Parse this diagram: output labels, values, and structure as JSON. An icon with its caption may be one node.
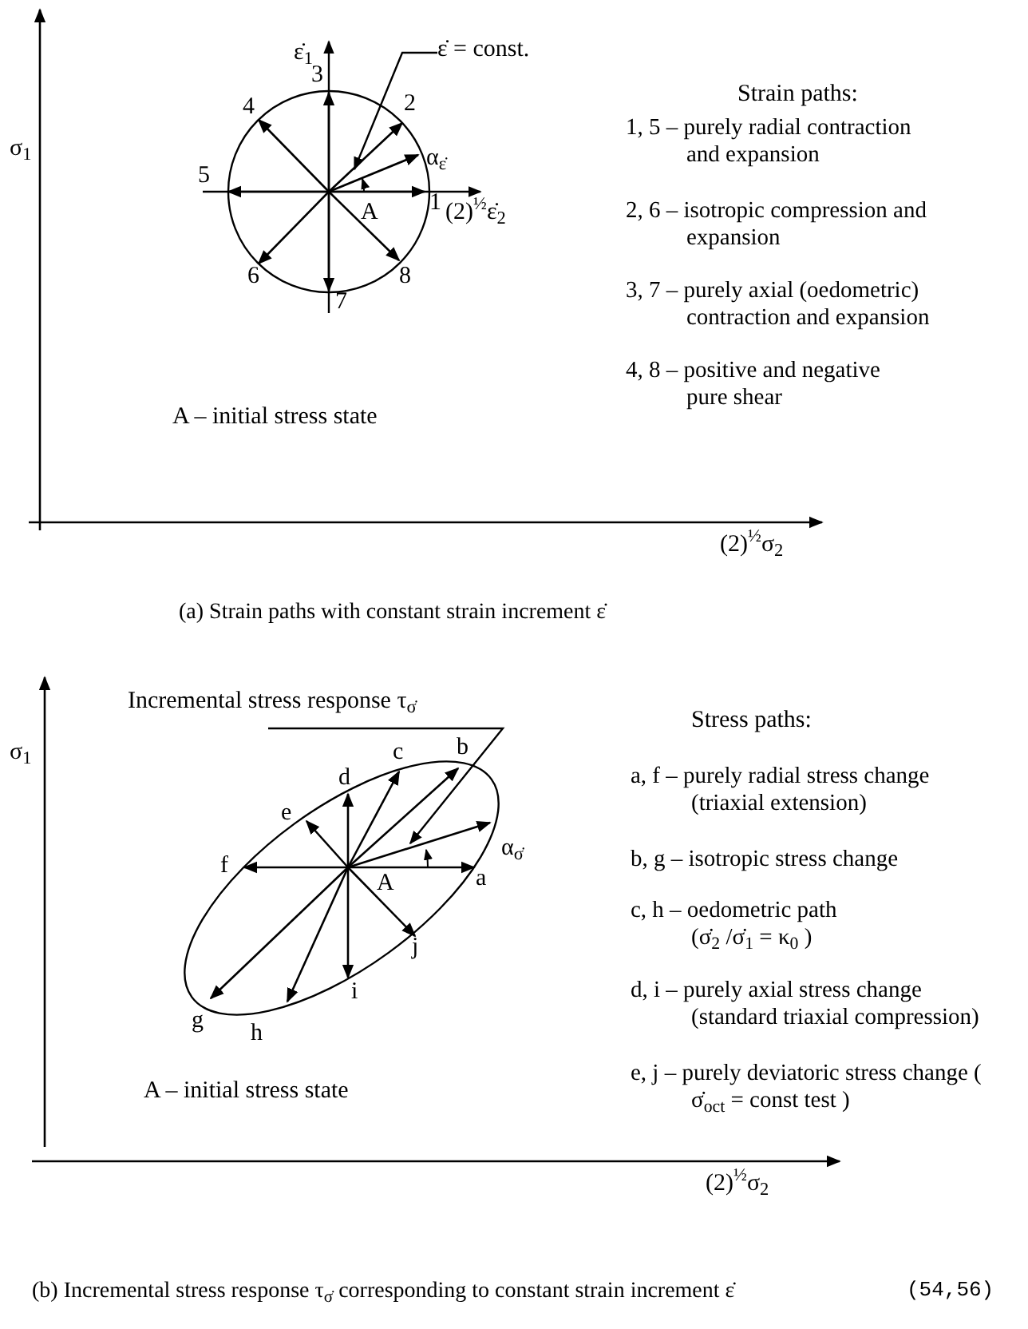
{
  "diagram": {
    "nodes": [
      {
        "text": [
          "ε̇ = const."
        ]
      },
      {
        "text": [
          "Incremental stress response τ$_{σ̇}$"
        ]
      }
    ],
    "edges": [
      {
        "from": 0,
        "to": null,
        "arrow": "to"
      },
      {
        "from": 1,
        "to": null,
        "arrow": "to"
      }
    ],
    "labels": [
      "σ$_{1}$",
      "ε̇$_{1}$",
      "3",
      "4",
      "2",
      "α$_{ε̇}$",
      "5",
      "A",
      "1",
      "(2)$^{½}$ε̇$_{2}$",
      "6",
      "8",
      "7",
      "Strain paths:",
      "1, 5 – purely radial contraction and expansion",
      "2, 6 – isotropic compression and expansion",
      "3, 7 – purely axial (oedometric) contraction and expansion",
      "4, 8 – positive and negative pure shear",
      "A – initial stress state",
      "(2)$^{½}$σ$_{2}$",
      "(a) Strain paths with constant strain increment ε̇",
      "σ$_{1}$",
      "c",
      "b",
      "d",
      "e",
      "α$_{σ̇}$",
      "f",
      "A",
      "a",
      "j",
      "i",
      "g",
      "h",
      "Stress paths:",
      "a, f – purely radial stress change (triaxial extension)",
      "b, g – isotropic stress change",
      "c, h – oedometric path (σ̇$_{2}$ /σ̇$_{1}$ = κ$_{0}$ )",
      "d, i – purely axial stress change (standard triaxial compression)",
      "e, j – purely deviatoric stress change ( σ̇$_{oct}$ = const test )",
      "A – initial stress state",
      "(2)$^{½}$σ$_{2}$",
      "(b) Incremental stress response τ$_{σ̇}$ corresponding to constant strain increment ε̇",
      "(54,56)"
    ]
  }
}
